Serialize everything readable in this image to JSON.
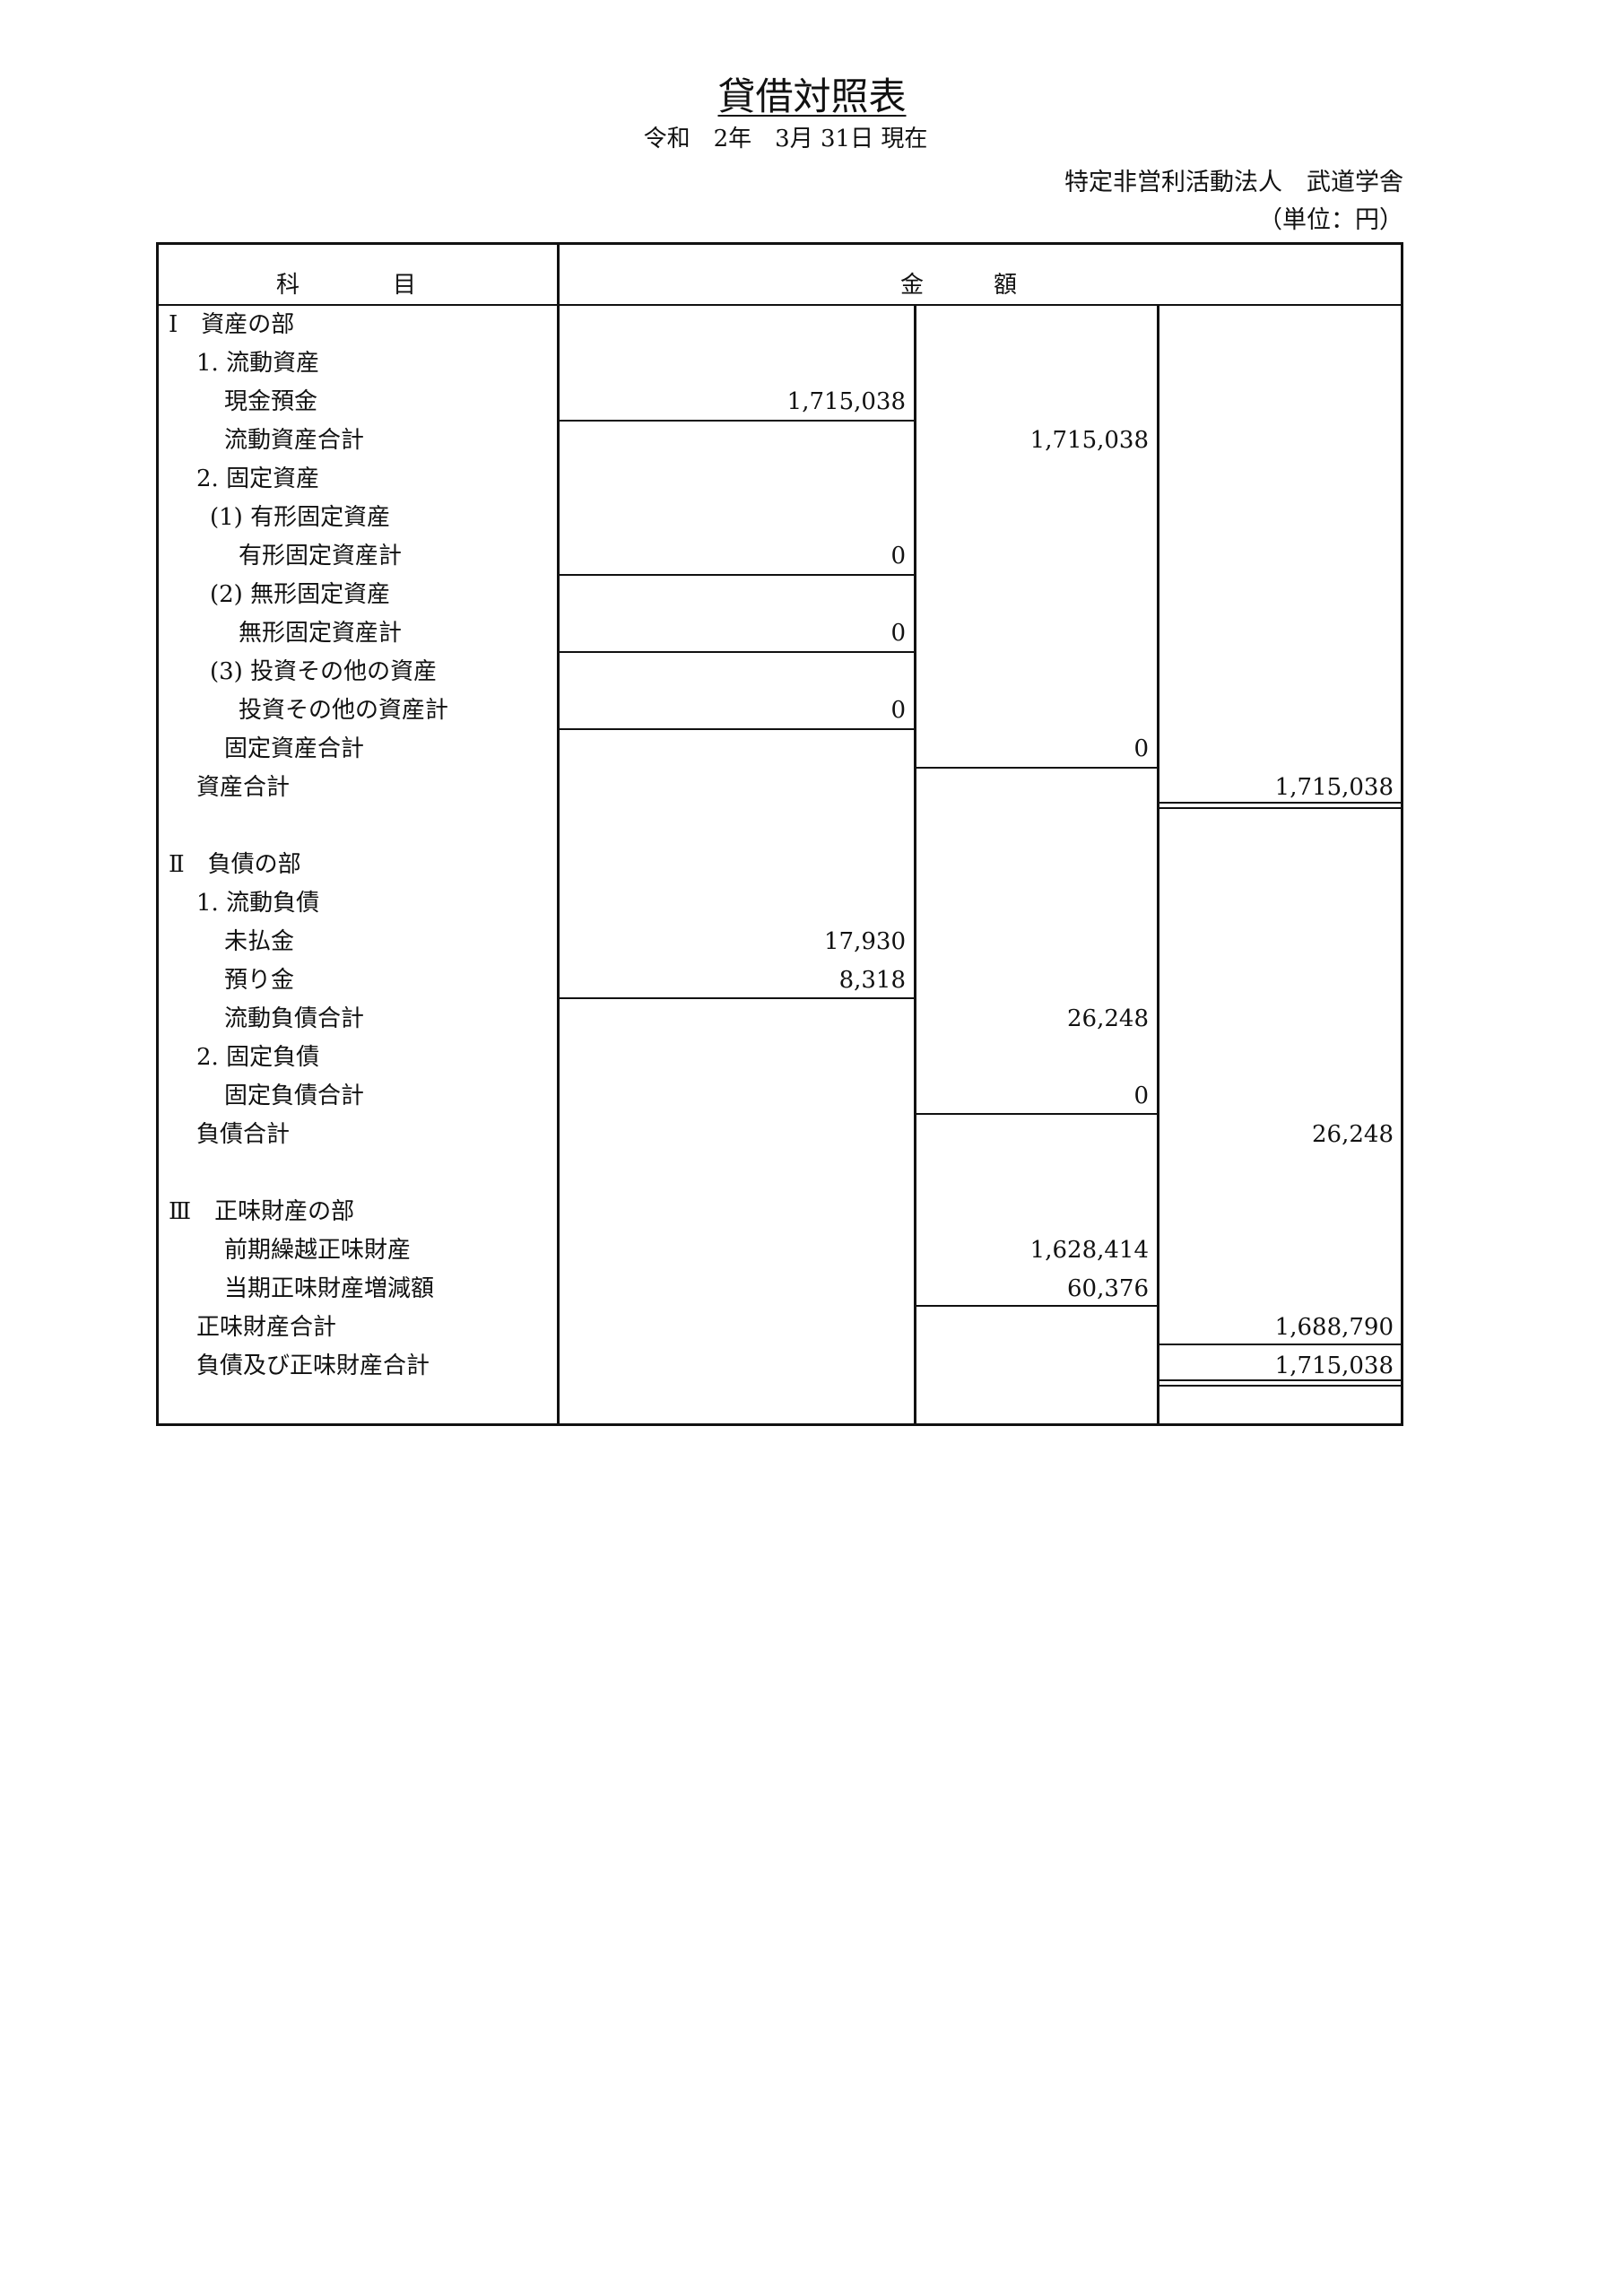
{
  "title": "貸借対照表",
  "date": "令和　2年　3月 31日 現在",
  "organization": "特定非営利活動法人　武道学舎",
  "unit": "（単位：円）",
  "header": {
    "subject": "科　　　　目",
    "amount": "金　　　額"
  },
  "rows": [
    {
      "label": "Ⅰ　資産の部",
      "c1": "",
      "c2": "",
      "c3": ""
    },
    {
      "label": "1. 流動資産",
      "c1": "",
      "c2": "",
      "c3": ""
    },
    {
      "label": "現金預金",
      "c1": "1,715,038",
      "c2": "",
      "c3": ""
    },
    {
      "label": "流動資産合計",
      "c1": "",
      "c2": "1,715,038",
      "c3": ""
    },
    {
      "label": "2. 固定資産",
      "c1": "",
      "c2": "",
      "c3": ""
    },
    {
      "label": "(1) 有形固定資産",
      "c1": "",
      "c2": "",
      "c3": ""
    },
    {
      "label": "有形固定資産計",
      "c1": "0",
      "c2": "",
      "c3": ""
    },
    {
      "label": "(2) 無形固定資産",
      "c1": "",
      "c2": "",
      "c3": ""
    },
    {
      "label": "無形固定資産計",
      "c1": "0",
      "c2": "",
      "c3": ""
    },
    {
      "label": "(3) 投資その他の資産",
      "c1": "",
      "c2": "",
      "c3": ""
    },
    {
      "label": "投資その他の資産計",
      "c1": "0",
      "c2": "",
      "c3": ""
    },
    {
      "label": "固定資産合計",
      "c1": "",
      "c2": "0",
      "c3": ""
    },
    {
      "label": "資産合計",
      "c1": "",
      "c2": "",
      "c3": "1,715,038"
    },
    {
      "label": "",
      "c1": "",
      "c2": "",
      "c3": ""
    },
    {
      "label": "Ⅱ　負債の部",
      "c1": "",
      "c2": "",
      "c3": ""
    },
    {
      "label": "1. 流動負債",
      "c1": "",
      "c2": "",
      "c3": ""
    },
    {
      "label": "未払金",
      "c1": "17,930",
      "c2": "",
      "c3": ""
    },
    {
      "label": "預り金",
      "c1": "8,318",
      "c2": "",
      "c3": ""
    },
    {
      "label": "流動負債合計",
      "c1": "",
      "c2": "26,248",
      "c3": ""
    },
    {
      "label": "2. 固定負債",
      "c1": "",
      "c2": "",
      "c3": ""
    },
    {
      "label": "固定負債合計",
      "c1": "",
      "c2": "0",
      "c3": ""
    },
    {
      "label": "負債合計",
      "c1": "",
      "c2": "",
      "c3": "26,248"
    },
    {
      "label": "",
      "c1": "",
      "c2": "",
      "c3": ""
    },
    {
      "label": "Ⅲ　正味財産の部",
      "c1": "",
      "c2": "",
      "c3": ""
    },
    {
      "label": "前期繰越正味財産",
      "c1": "",
      "c2": "1,628,414",
      "c3": ""
    },
    {
      "label": "当期正味財産増減額",
      "c1": "",
      "c2": "60,376",
      "c3": ""
    },
    {
      "label": "正味財産合計",
      "c1": "",
      "c2": "",
      "c3": "1,688,790"
    },
    {
      "label": "負債及び正味財産合計",
      "c1": "",
      "c2": "",
      "c3": "1,715,038"
    }
  ]
}
